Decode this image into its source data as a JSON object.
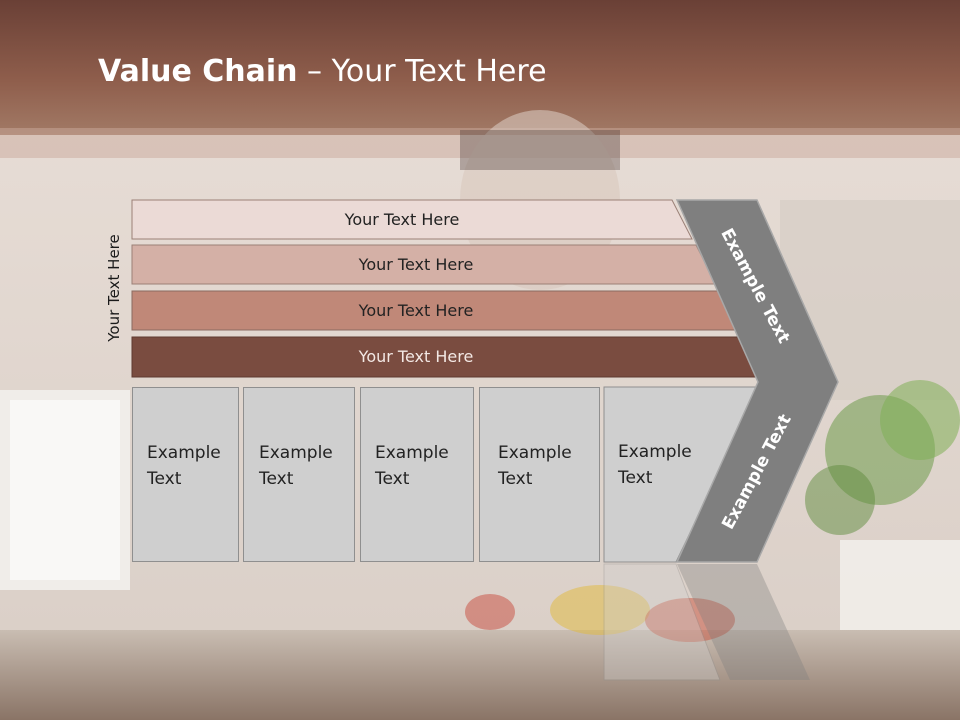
{
  "slide": {
    "title_bold": "Value Chain",
    "title_rest": " – Your Text Here",
    "side_label": "Your Text Here"
  },
  "bands": [
    {
      "label": "Your Text Here",
      "color": "#ebdad6"
    },
    {
      "label": "Your Text Here",
      "color": "#d4b0a6"
    },
    {
      "label": "Your Text Here",
      "color": "#c08878"
    },
    {
      "label": "Your Text Here",
      "color": "#7a4c40"
    }
  ],
  "columns": [
    {
      "line1": "Example",
      "line2": "Text"
    },
    {
      "line1": "Example",
      "line2": "Text"
    },
    {
      "line1": "Example",
      "line2": "Text"
    },
    {
      "line1": "Example",
      "line2": "Text"
    },
    {
      "line1": "Example",
      "line2": "Text"
    }
  ],
  "chevrons": {
    "upper": "Example Text",
    "lower": "Example Text",
    "color": "#7f7f7f"
  },
  "colors": {
    "header": "#6f453a",
    "accent": "#7a4c40"
  }
}
